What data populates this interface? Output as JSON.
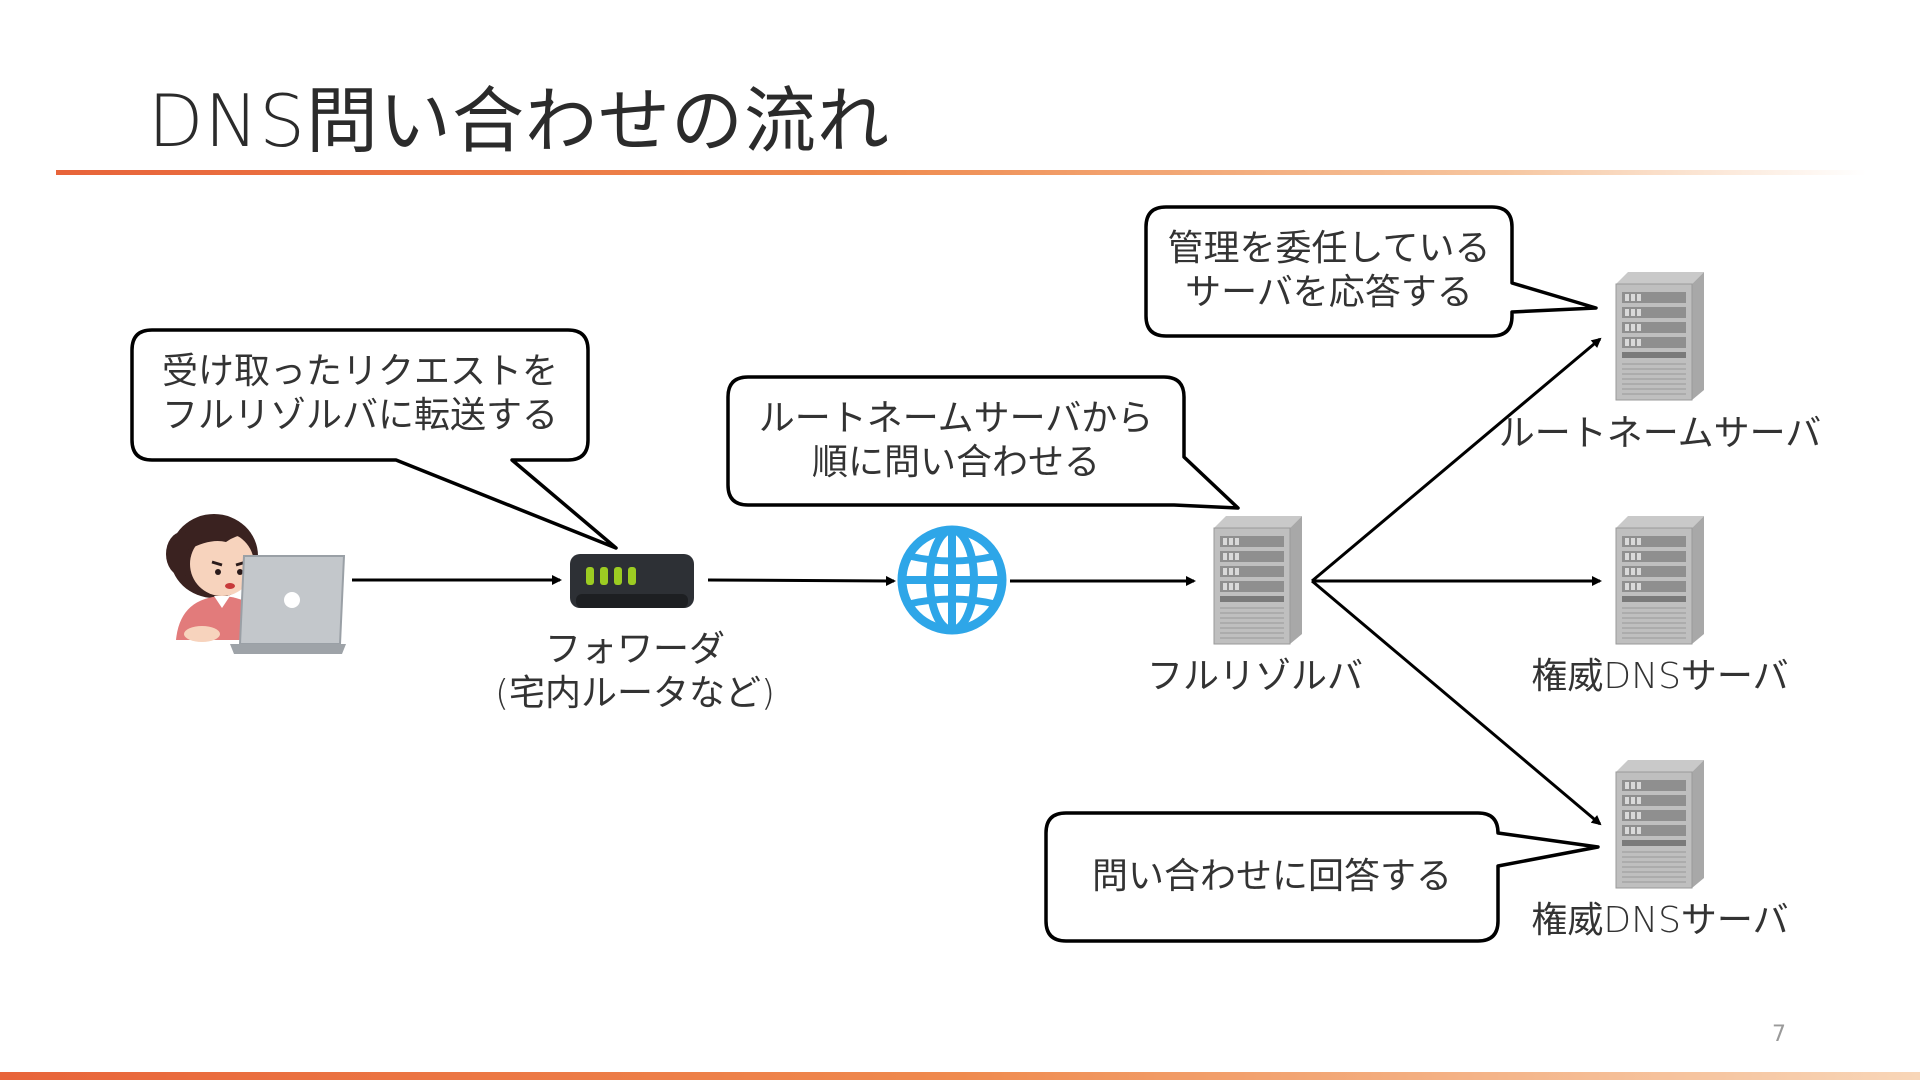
{
  "slide": {
    "title": "DNS問い合わせの流れ",
    "page_number": "7"
  },
  "nodes": {
    "forwarder": {
      "line1": "フォワーダ",
      "line2": "(宅内ルータなど)"
    },
    "full_resolver": "フルリゾルバ",
    "root_server": "ルートネームサーバ",
    "authoritative_1": "権威DNSサーバ",
    "authoritative_2": "権威DNSサーバ"
  },
  "callouts": {
    "forwarder_note": {
      "line1": "受け取ったリクエストを",
      "line2": "フルリゾルバに転送する"
    },
    "resolver_note": {
      "line1": "ルートネームサーバから",
      "line2": "順に問い合わせる"
    },
    "root_note": {
      "line1": "管理を委任している",
      "line2": "サーバを応答する"
    },
    "auth_note": {
      "line1": "問い合わせに回答する"
    }
  },
  "icons": {
    "user": "person-laptop-icon",
    "router": "router-icon",
    "internet": "globe-icon",
    "server": "server-icon"
  },
  "colors": {
    "accent": "#e8643a",
    "globe": "#2ea6e8",
    "router_led": "#9ccc22"
  }
}
